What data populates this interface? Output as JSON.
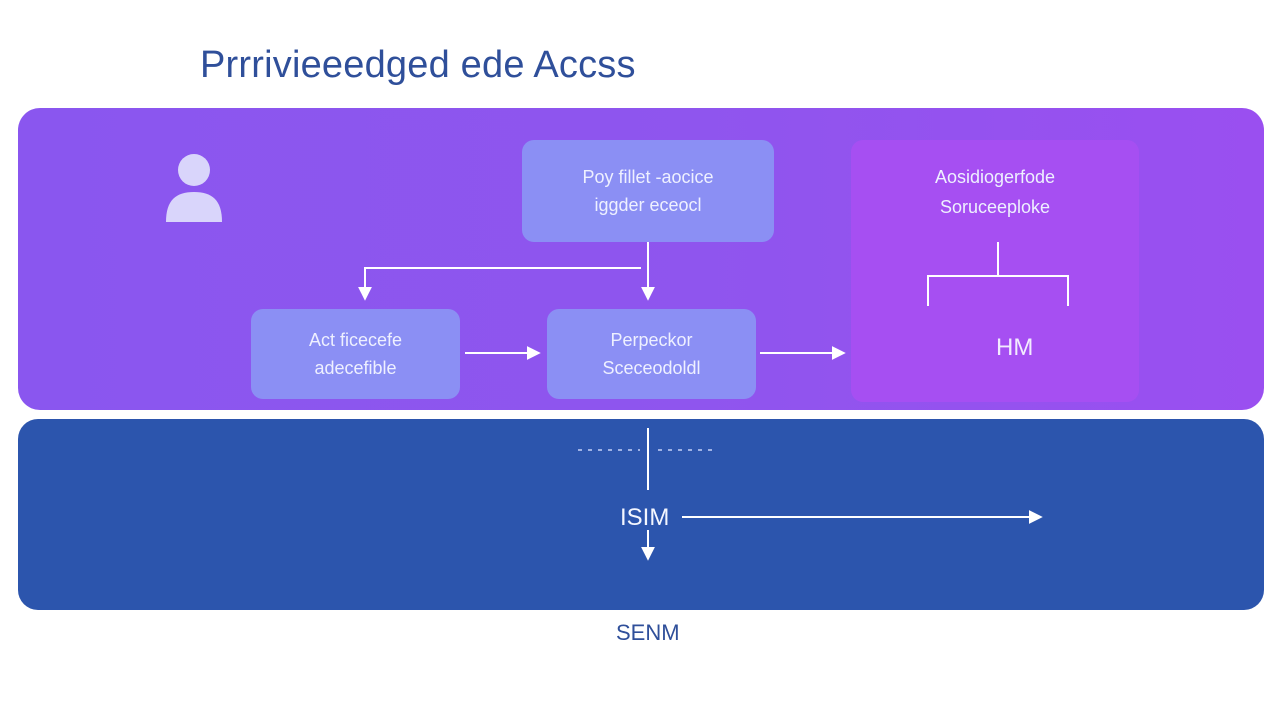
{
  "diagram": {
    "title": "Prrrivieeedged ede Accss",
    "boxes": {
      "top_center": {
        "line1": "Poy fillet -aocice",
        "line2": "iggder eceocl"
      },
      "left": {
        "line1": "Act ficecefe",
        "line2": "adecefible"
      },
      "middle": {
        "line1": "Perpeckor",
        "line2": "Sceceodoldl"
      },
      "right": {
        "line1": "Aosidiogerfode",
        "line2": "Soruceeploke",
        "label": "HM"
      }
    },
    "bottom": {
      "isim_label": "ISIM",
      "senm_label": "SENM"
    },
    "icons": {
      "user": "user-icon"
    },
    "colors": {
      "title": "#2f4f9a",
      "top_band": "#8a56ef",
      "bottom_band": "#2c55ad",
      "box": "#8b8ff4",
      "right_box": "#a64ff2"
    }
  }
}
